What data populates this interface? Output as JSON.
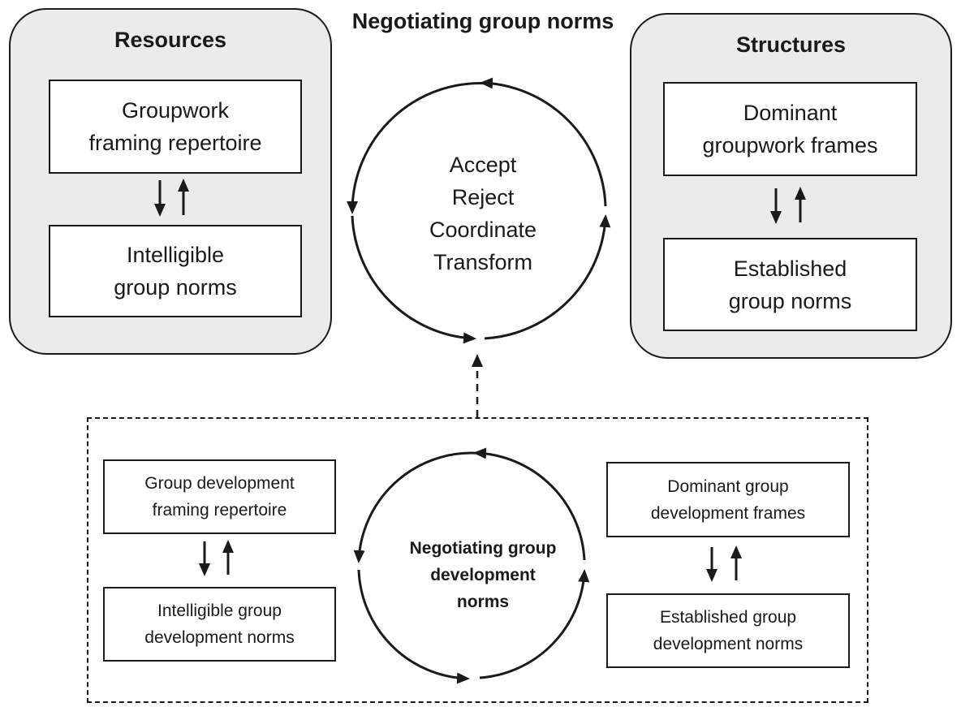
{
  "title": [
    "Negotiating group",
    "norms"
  ],
  "resources": {
    "title": "Resources",
    "top_box": [
      "Groupwork",
      "framing repertoire"
    ],
    "bottom_box": [
      "Intelligible",
      "group norms"
    ]
  },
  "structures": {
    "title": "Structures",
    "top_box": [
      "Dominant",
      "groupwork frames"
    ],
    "bottom_box": [
      "Established",
      "group norms"
    ]
  },
  "cycle_actions": [
    "Accept",
    "Reject",
    "Coordinate",
    "Transform"
  ],
  "development": {
    "title": [
      "Negotiating group",
      "development",
      "norms"
    ],
    "left_top_box": [
      "Group development",
      "framing repertoire"
    ],
    "left_bottom_box": [
      "Intelligible group",
      "development norms"
    ],
    "right_top_box": [
      "Dominant group",
      "development frames"
    ],
    "right_bottom_box": [
      "Established group",
      "development norms"
    ]
  },
  "colors": {
    "panel_fill": "#ebebeb",
    "stroke": "#1a1a1a",
    "box_fill": "#ffffff"
  },
  "icons": [
    "up-down-arrows-icon",
    "cycle-arrows-icon",
    "dashed-up-arrow-icon"
  ]
}
